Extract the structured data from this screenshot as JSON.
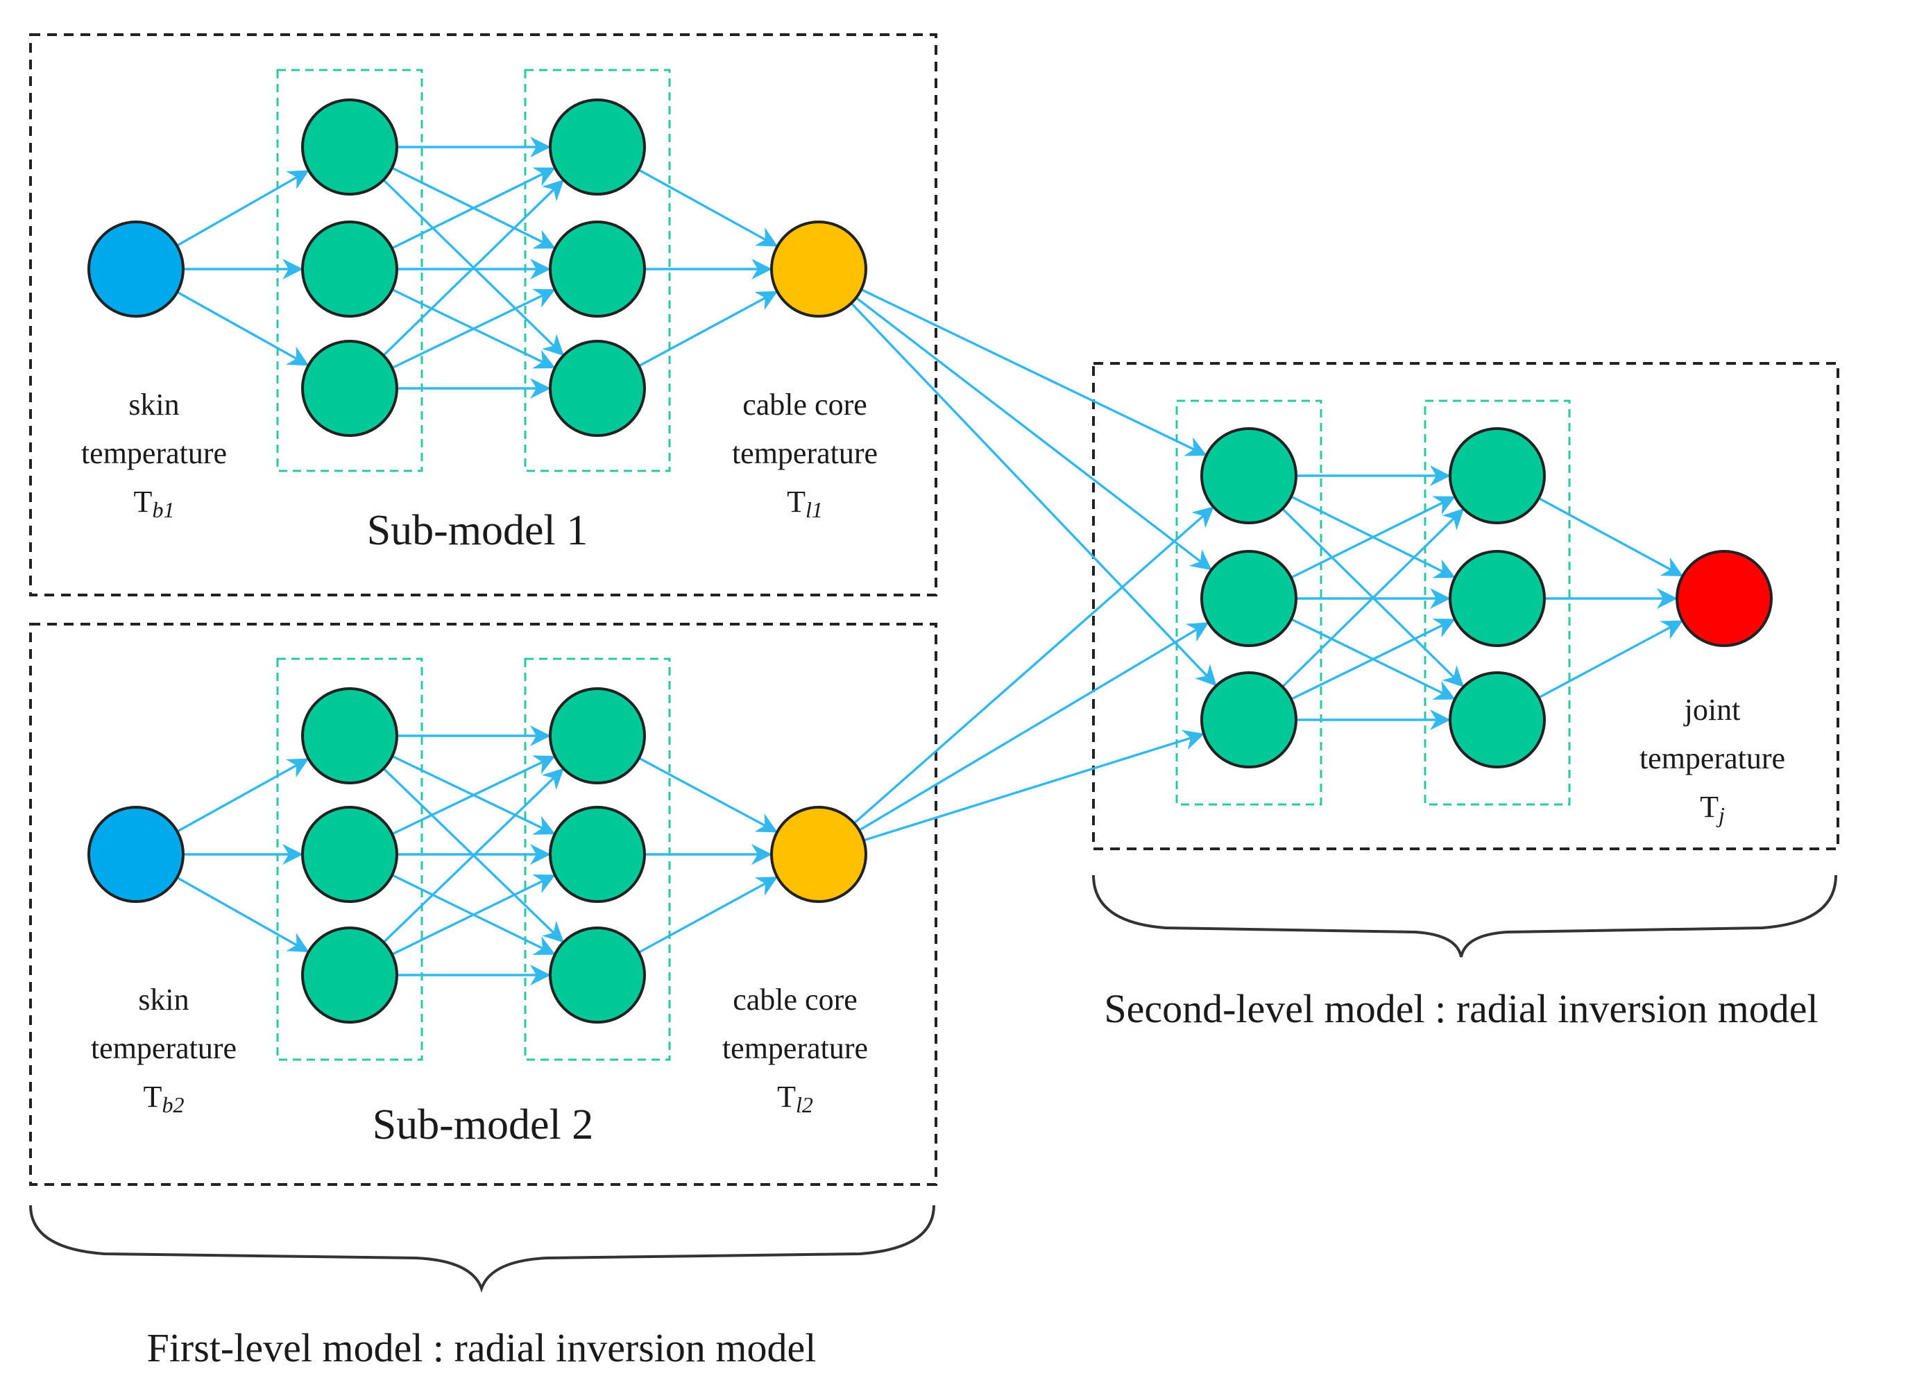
{
  "colors": {
    "input_node": "#00a8ec",
    "hidden_node": "#00c896",
    "intermediate_node": "#ffc000",
    "output_node": "#ff0000",
    "connection": "#33b8ee",
    "layer_box": "#28c8a0"
  },
  "sub_model_1": {
    "title": "Sub-model 1",
    "input_label": [
      "skin",
      "temperature"
    ],
    "input_symbol": "T",
    "input_subscript": "b1",
    "output_label": [
      "cable core",
      "temperature"
    ],
    "output_symbol": "T",
    "output_subscript": "l1"
  },
  "sub_model_2": {
    "title": "Sub-model 2",
    "input_label": [
      "skin",
      "temperature"
    ],
    "input_symbol": "T",
    "input_subscript": "b2",
    "output_label": [
      "cable core",
      "temperature"
    ],
    "output_symbol": "T",
    "output_subscript": "l2"
  },
  "second_level": {
    "output_label": [
      "joint",
      "temperature"
    ],
    "output_symbol": "T",
    "output_subscript": "j",
    "caption": "Second-level model : radial inversion model"
  },
  "first_level": {
    "caption": "First-level model : radial inversion model"
  }
}
